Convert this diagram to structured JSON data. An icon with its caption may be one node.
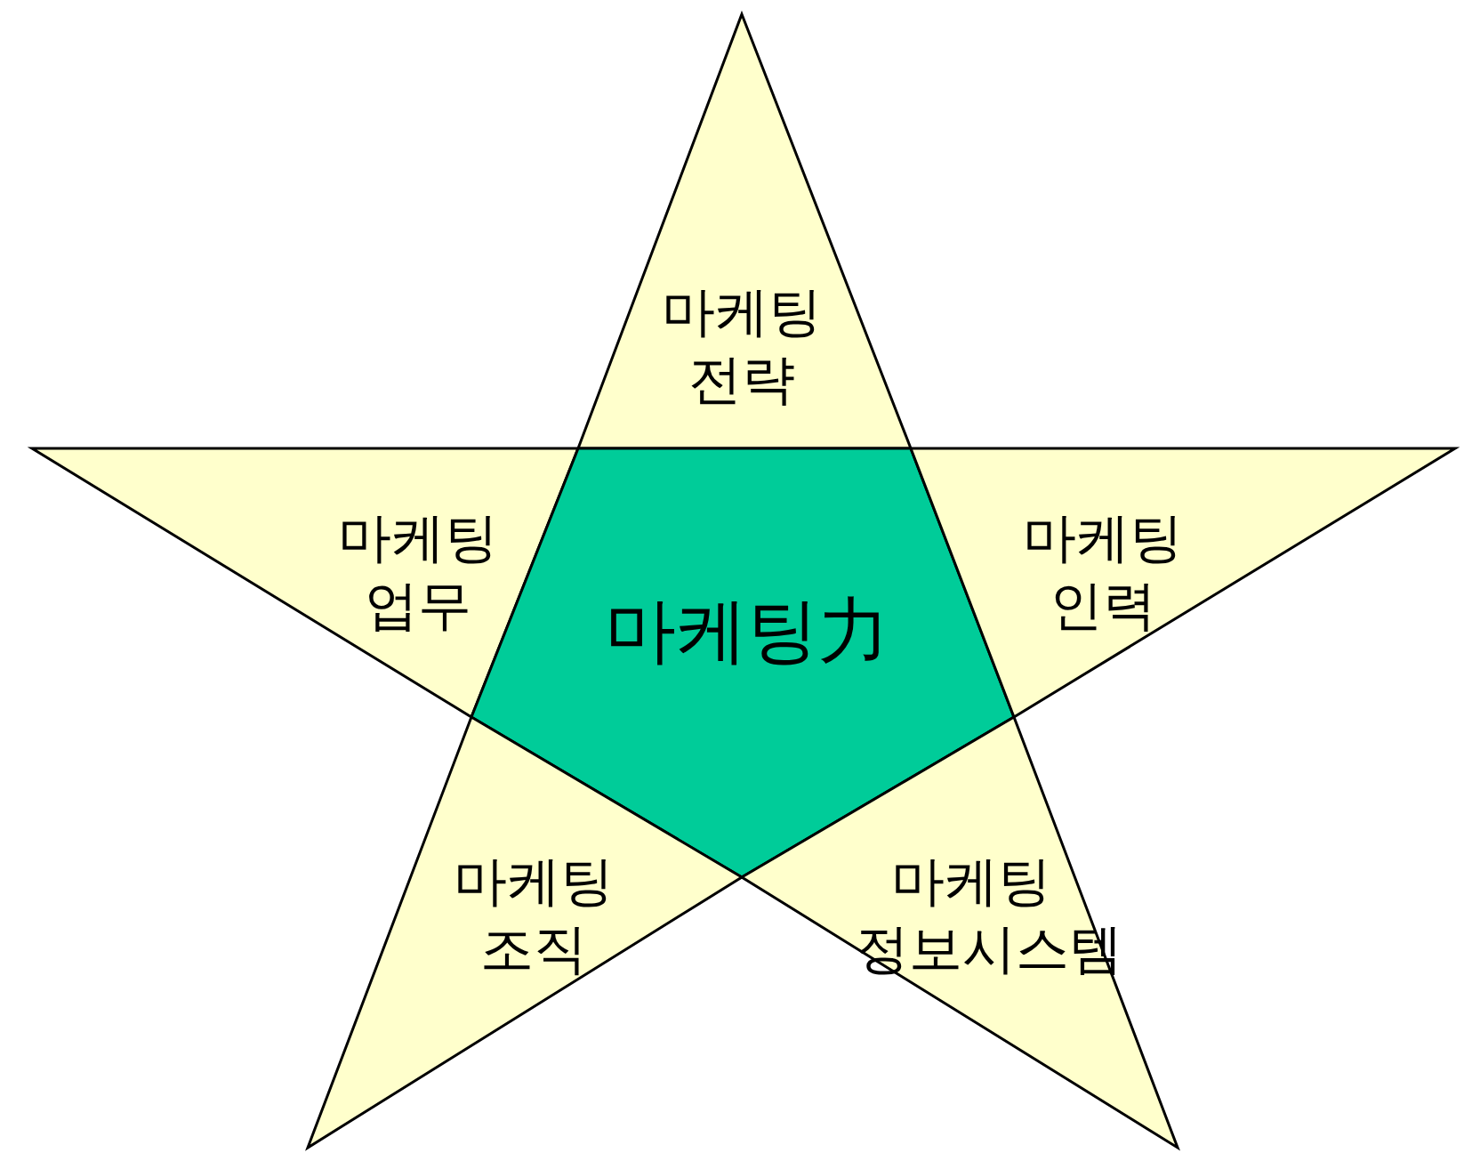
{
  "diagram": {
    "nodes": [
      {
        "text": [
          "마케팅 전략"
        ]
      },
      {
        "text": [
          "마케팅 업무"
        ]
      },
      {
        "text": [
          "마케팅力"
        ]
      },
      {
        "text": [
          "마케팅 인력"
        ]
      },
      {
        "text": [
          "마케팅 조직"
        ]
      },
      {
        "text": [
          "마케팅 정보시스템"
        ]
      }
    ]
  }
}
